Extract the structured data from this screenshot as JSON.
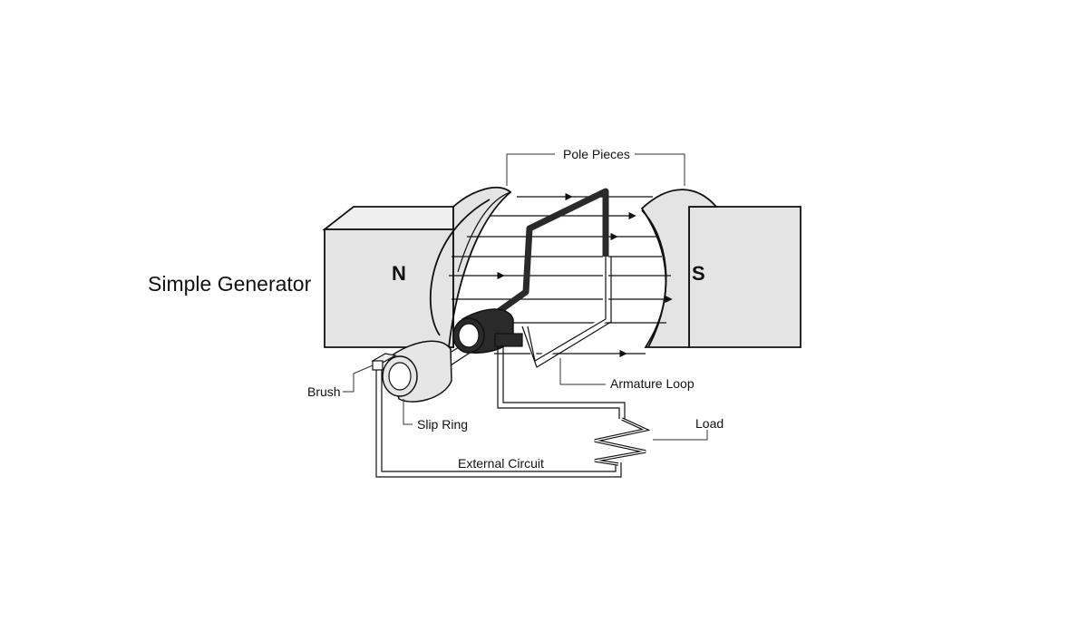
{
  "title": "Simple Generator",
  "poles": {
    "north": "N",
    "south": "S"
  },
  "labels": {
    "pole_pieces": "Pole Pieces",
    "armature_loop": "Armature Loop",
    "brush": "Brush",
    "slip_ring": "Slip Ring",
    "load": "Load",
    "external_circuit": "External Circuit"
  },
  "colors": {
    "magnet_fill": "#e4e4e4",
    "magnet_top": "#ececec",
    "conductor_dark": "#2a2a2a",
    "line": "#111111"
  }
}
